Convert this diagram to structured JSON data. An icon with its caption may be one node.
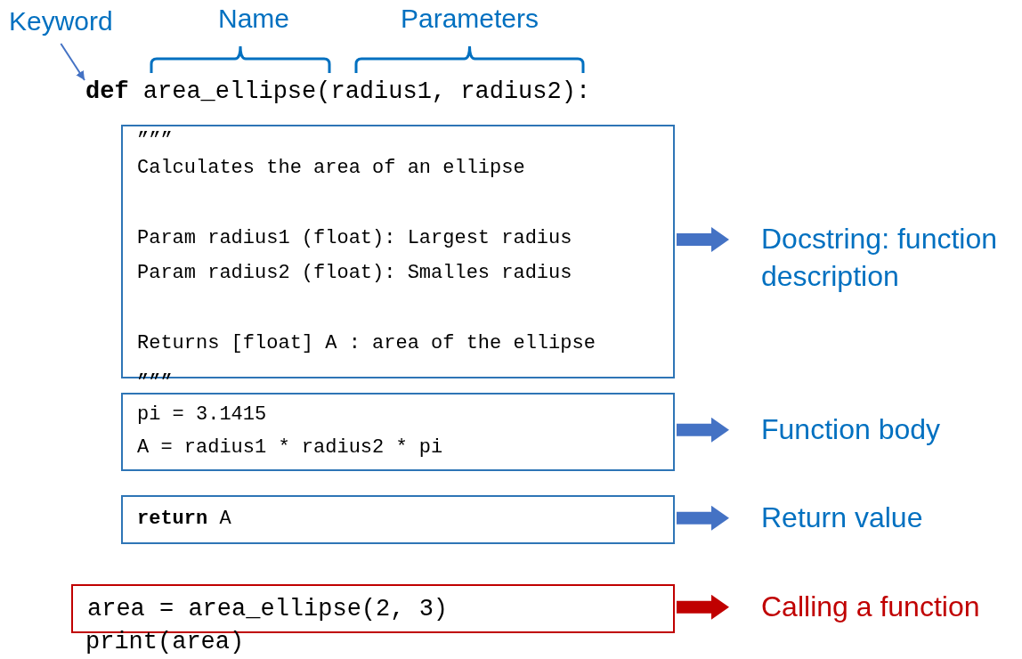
{
  "diagram": {
    "nodes": [
      {
        "text": [
          "Keyword"
        ]
      },
      {
        "text": [
          "**def** area_ellipse(radius1, radius2):"
        ]
      },
      {
        "text": [
          "„„„",
          "Calculates the area of an ellipse",
          "Param radius1 (float): Largest radius",
          "Param radius2 (float): Smalles radius",
          "Returns [float] A : area of the ellipse",
          "„„„"
        ]
      },
      {
        "text": [
          "Docstring: function description"
        ]
      },
      {
        "text": [
          "pi = 3.1415",
          "A = radius1 * radius2 * pi"
        ]
      },
      {
        "text": [
          "Function body"
        ]
      },
      {
        "text": [
          "**return** A"
        ]
      },
      {
        "text": [
          "Return value"
        ]
      },
      {
        "text": [
          "area = area_ellipse(2, 3)"
        ]
      },
      {
        "text": [
          "Calling a function"
        ]
      }
    ],
    "edges": [
      {
        "from": 0,
        "to": 1,
        "arrow": "to"
      },
      {
        "from": 2,
        "to": 3,
        "arrow": "to"
      },
      {
        "from": 4,
        "to": 5,
        "arrow": "to"
      },
      {
        "from": 6,
        "to": 7,
        "arrow": "to"
      },
      {
        "from": 8,
        "to": 9,
        "arrow": "to",
        "color": "#c00000"
      }
    ],
    "labels": [
      "Name",
      "Parameters",
      "print(area)"
    ]
  }
}
